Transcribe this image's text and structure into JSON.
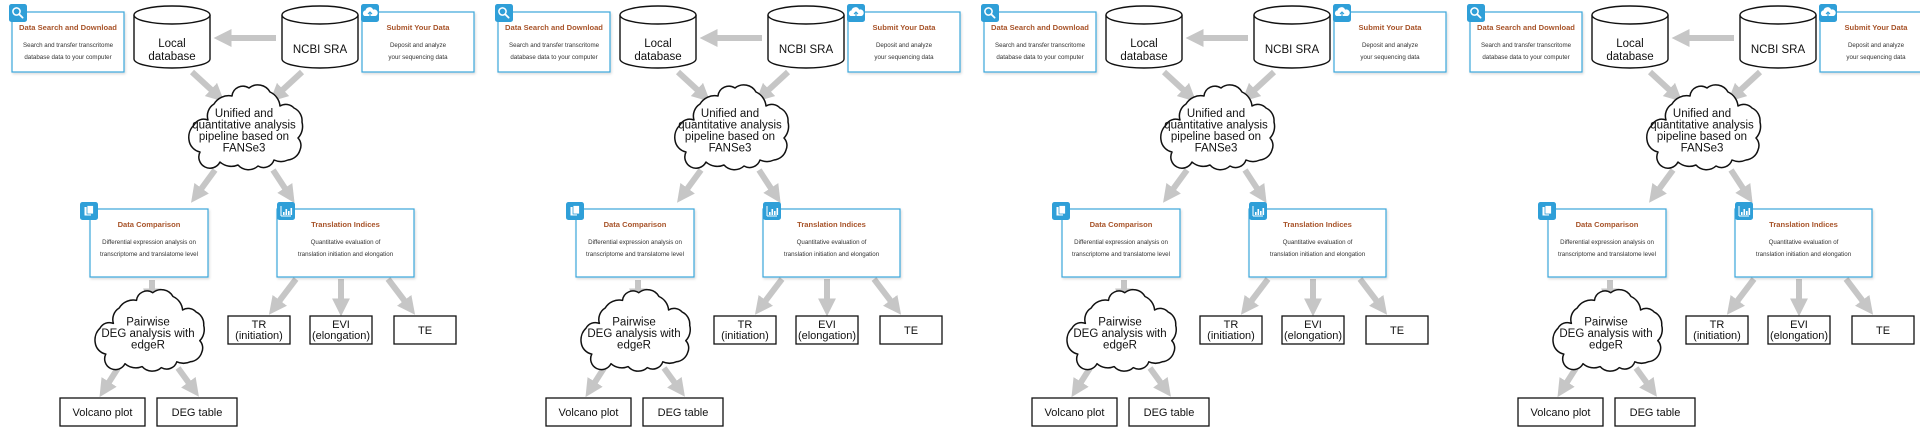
{
  "diagram": {
    "title": "",
    "repeat_count": 4,
    "nodes": {
      "data_search": {
        "title": "Data Search and Download",
        "desc_line1": "Search and transfer transcritome",
        "desc_line2": "database data to your computer",
        "icon": "search-icon"
      },
      "submit_data": {
        "title": "Submit Your Data",
        "desc_line1": "Deposit and analyze",
        "desc_line2": "your sequencing data",
        "icon": "cloud-upload-icon"
      },
      "local_db": {
        "line1": "Local",
        "line2": "database"
      },
      "ncbi_sra": {
        "line1": "NCBI SRA"
      },
      "pipeline": {
        "line1": "Unified and",
        "line2": "quantitative analysis",
        "line3": "pipeline based on",
        "line4": "FANSe3"
      },
      "data_comparison": {
        "title": "Data Comparison",
        "desc_line1": "Differential expression analysis on",
        "desc_line2": "transcriptome and translatome level",
        "icon": "documents-icon"
      },
      "translation_indices": {
        "title": "Translation Indices",
        "desc_line1": "Quantitative evaluation of",
        "desc_line2": "translation initiation and elongation",
        "icon": "bar-chart-icon"
      },
      "pairwise_deg": {
        "line1": "Pairwise",
        "line2": "DEG analysis with",
        "line3": "edgeR"
      },
      "tr": {
        "line1": "TR",
        "line2": "(initiation)"
      },
      "evi": {
        "line1": "EVI",
        "line2": "(elongation)"
      },
      "te": {
        "line1": "TE"
      },
      "volcano_plot": {
        "line1": "Volcano plot"
      },
      "deg_table": {
        "line1": "DEG table"
      }
    },
    "edges": [
      {
        "from": "ncbi_sra",
        "to": "local_db"
      },
      {
        "from": "local_db",
        "to": "pipeline"
      },
      {
        "from": "ncbi_sra",
        "to": "pipeline"
      },
      {
        "from": "pipeline",
        "to": "data_comparison"
      },
      {
        "from": "pipeline",
        "to": "translation_indices"
      },
      {
        "from": "data_comparison",
        "to": "pairwise_deg"
      },
      {
        "from": "translation_indices",
        "to": "tr"
      },
      {
        "from": "translation_indices",
        "to": "evi"
      },
      {
        "from": "translation_indices",
        "to": "te"
      },
      {
        "from": "pairwise_deg",
        "to": "volcano_plot"
      },
      {
        "from": "pairwise_deg",
        "to": "deg_table"
      }
    ],
    "colors": {
      "card_border": "#3aa6da",
      "icon_fill": "#2f9fd8",
      "card_title": "#a8542a",
      "arrow": "#c6c6c6",
      "outline": "#111111"
    }
  }
}
